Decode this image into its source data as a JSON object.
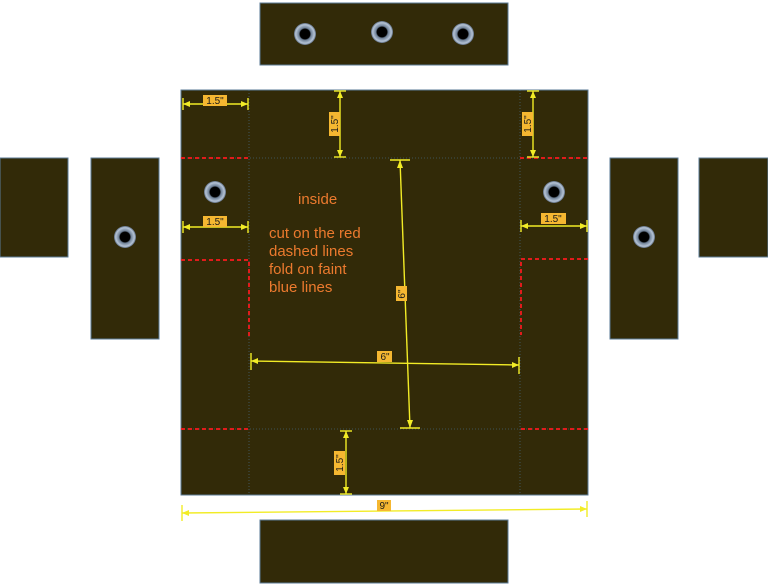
{
  "title": "inside",
  "instructions": [
    "cut on the red",
    "dashed lines",
    "fold on faint",
    "blue lines"
  ],
  "dimensions": {
    "top_left_width": "1.5\"",
    "top_left_height": "1.5\"",
    "top_right_height": "1.5\"",
    "mid_left_width": "1.5\"",
    "mid_right_width": "1.5\"",
    "inner_height": "6\"",
    "inner_width": "6\"",
    "bottom_height": "1.5\"",
    "overall_width": "9\""
  },
  "colors": {
    "panel": "#322a08",
    "cut_line": "#e11b1b",
    "dimension_line": "#f2ec26",
    "label_background": "#f5b731",
    "note_text": "#ec7a2e"
  }
}
